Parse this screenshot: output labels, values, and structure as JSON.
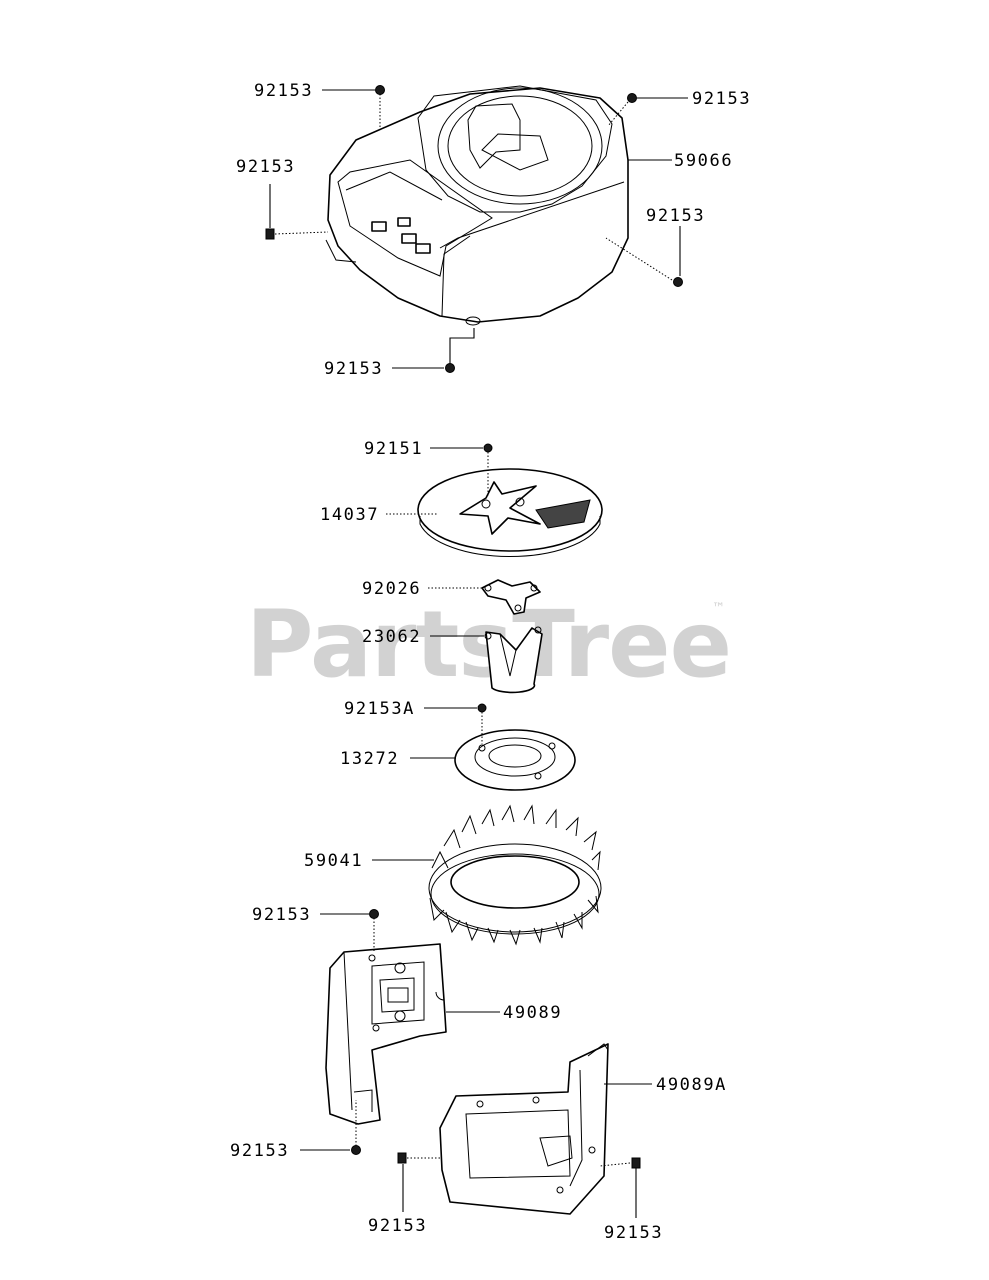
{
  "watermark": {
    "text": "PartsTree",
    "trademark": "™"
  },
  "callouts": [
    {
      "id": "c01",
      "part_number": "92153"
    },
    {
      "id": "c02",
      "part_number": "92153"
    },
    {
      "id": "c03",
      "part_number": "59066"
    },
    {
      "id": "c04",
      "part_number": "92153"
    },
    {
      "id": "c05",
      "part_number": "92153"
    },
    {
      "id": "c06",
      "part_number": "92153"
    },
    {
      "id": "c07",
      "part_number": "92151"
    },
    {
      "id": "c08",
      "part_number": "14037"
    },
    {
      "id": "c09",
      "part_number": "92026"
    },
    {
      "id": "c10",
      "part_number": "23062"
    },
    {
      "id": "c11",
      "part_number": "92153A"
    },
    {
      "id": "c12",
      "part_number": "13272"
    },
    {
      "id": "c13",
      "part_number": "59041"
    },
    {
      "id": "c14",
      "part_number": "92153"
    },
    {
      "id": "c15",
      "part_number": "49089"
    },
    {
      "id": "c16",
      "part_number": "49089A"
    },
    {
      "id": "c17",
      "part_number": "92153"
    },
    {
      "id": "c18",
      "part_number": "92153"
    },
    {
      "id": "c19",
      "part_number": "92153"
    }
  ]
}
